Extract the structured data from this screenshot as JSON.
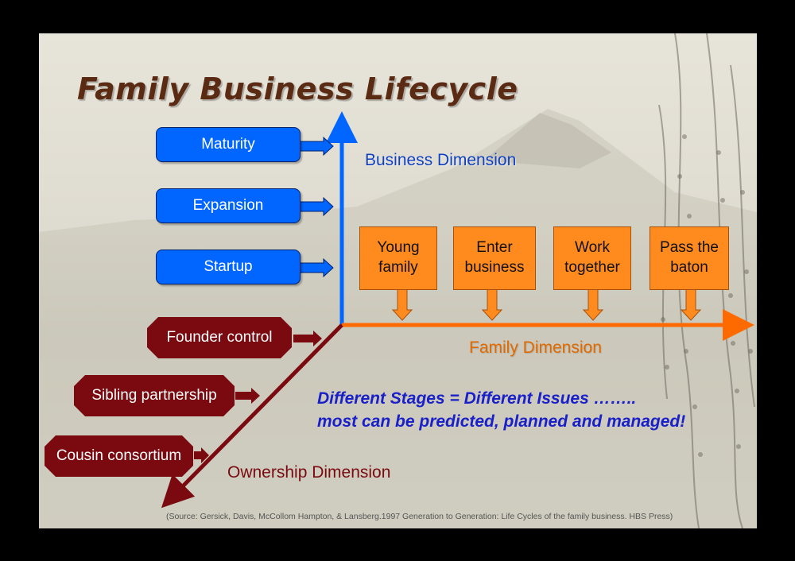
{
  "title": "Family Business Lifecycle",
  "business_dimension": {
    "label": "Business Dimension",
    "stages": [
      "Maturity",
      "Expansion",
      "Startup"
    ]
  },
  "family_dimension": {
    "label": "Family Dimension",
    "stages": [
      {
        "line1": "Young",
        "line2": "family"
      },
      {
        "line1": "Enter",
        "line2": "business"
      },
      {
        "line1": "Work",
        "line2": "together"
      },
      {
        "line1": "Pass the",
        "line2": "baton"
      }
    ]
  },
  "ownership_dimension": {
    "label": "Ownership Dimension",
    "stages": [
      "Founder control",
      "Sibling partnership",
      "Cousin consortium"
    ]
  },
  "message": {
    "line1": "Different Stages = Different Issues ……..",
    "line2": "most can be predicted, planned and managed!"
  },
  "source": "(Source: Gersick, Davis, McCollom Hampton, & Lansberg.1997  Generation to Generation: Life Cycles of the family business.   HBS Press)",
  "colors": {
    "business": "#0066ff",
    "family": "#ff8a1e",
    "ownership": "#7a0a10",
    "title": "#5a2a12"
  }
}
